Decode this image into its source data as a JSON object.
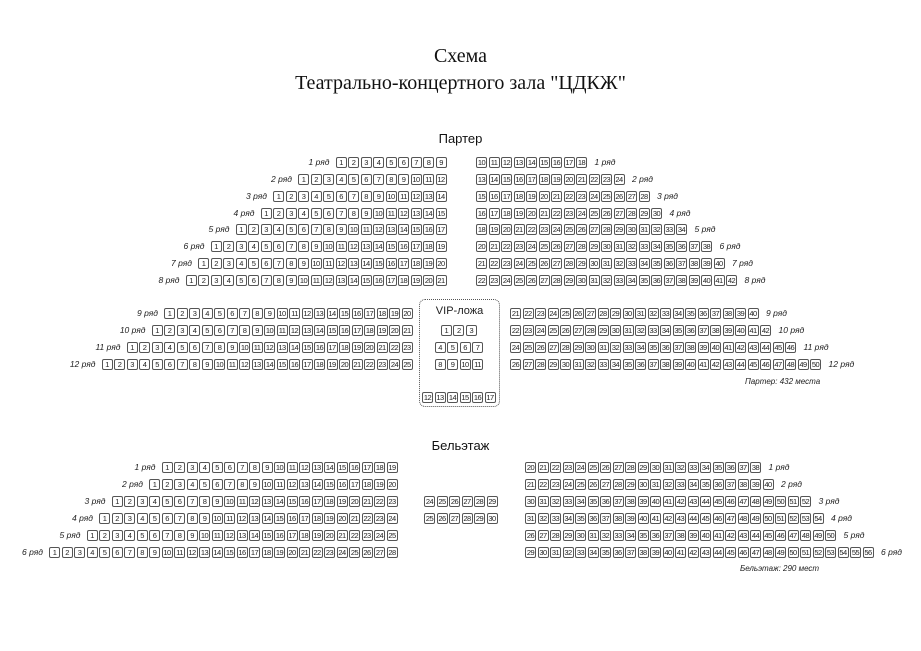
{
  "header": {
    "title_line1": "Схема",
    "title_line2": "Театрально-концертного зала \"ЦДКЖ\""
  },
  "parter": {
    "title": "Партер",
    "rows": [
      {
        "label": "1 ряд",
        "left": [
          1,
          9
        ],
        "right": [
          10,
          18
        ]
      },
      {
        "label": "2 ряд",
        "left": [
          1,
          12
        ],
        "right": [
          13,
          24
        ]
      },
      {
        "label": "3 ряд",
        "left": [
          1,
          14
        ],
        "right": [
          15,
          28
        ]
      },
      {
        "label": "4 ряд",
        "left": [
          1,
          15
        ],
        "right": [
          16,
          30
        ]
      },
      {
        "label": "5 ряд",
        "left": [
          1,
          17
        ],
        "right": [
          18,
          34
        ]
      },
      {
        "label": "6 ряд",
        "left": [
          1,
          19
        ],
        "right": [
          20,
          38
        ]
      },
      {
        "label": "7 ряд",
        "left": [
          1,
          20
        ],
        "right": [
          21,
          40
        ]
      },
      {
        "label": "8 ряд",
        "left": [
          1,
          21
        ],
        "right": [
          22,
          42
        ]
      },
      {
        "label": "9 ряд",
        "left": [
          1,
          20
        ],
        "right": [
          21,
          40
        ]
      },
      {
        "label": "10 ряд",
        "left": [
          1,
          21
        ],
        "right": [
          22,
          42
        ]
      },
      {
        "label": "11 ряд",
        "left": [
          1,
          23
        ],
        "right": [
          24,
          46
        ]
      },
      {
        "label": "12 ряд",
        "left": [
          1,
          25
        ],
        "right": [
          26,
          50
        ]
      }
    ],
    "vip": {
      "title": "VIP-ложа",
      "rows": [
        [
          1,
          3
        ],
        [
          4,
          7
        ],
        [
          8,
          11
        ],
        [
          12,
          17
        ]
      ]
    },
    "total": "Партер: 432 места"
  },
  "beletazh": {
    "title": "Бельэтаж",
    "rows": [
      {
        "label": "1 ряд",
        "left": [
          1,
          19
        ],
        "right": [
          20,
          38
        ]
      },
      {
        "label": "2 ряд",
        "left": [
          1,
          20
        ],
        "right": [
          21,
          40
        ]
      },
      {
        "label": "3 ряд",
        "left": [
          1,
          23
        ],
        "middle": [
          24,
          29
        ],
        "right": [
          30,
          52
        ]
      },
      {
        "label": "4 ряд",
        "left": [
          1,
          24
        ],
        "middle": [
          25,
          30
        ],
        "right": [
          31,
          54
        ]
      },
      {
        "label": "5 ряд",
        "left": [
          1,
          25
        ],
        "right": [
          26,
          50
        ]
      },
      {
        "label": "6 ряд",
        "left": [
          1,
          28
        ],
        "right": [
          29,
          56
        ]
      }
    ],
    "total": "Бельэтаж: 290 мест"
  }
}
